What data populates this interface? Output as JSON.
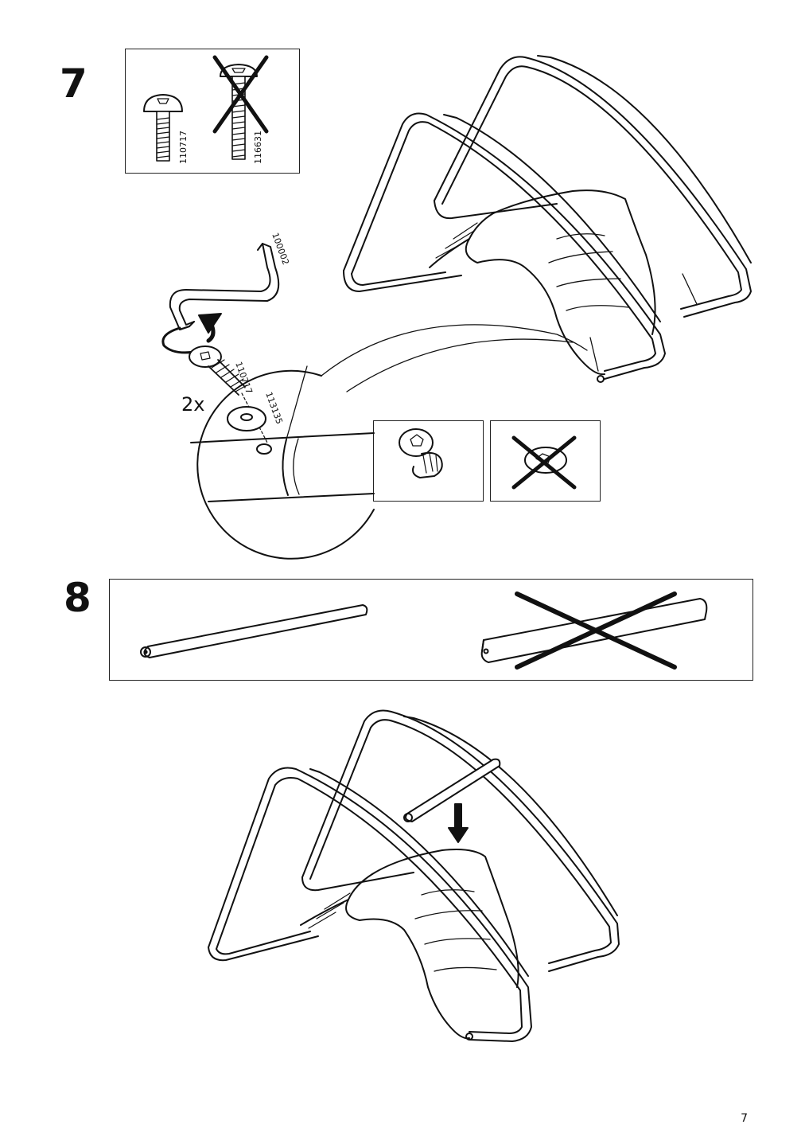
{
  "page": {
    "number": "7"
  },
  "step7": {
    "number": "7",
    "parts_box": {
      "correct_part": "110717",
      "wrong_part": "116631"
    },
    "tool_label": "100002",
    "bolt_label": "110717",
    "washer_label": "113135",
    "quantity": "2x"
  },
  "step8": {
    "number": "8"
  },
  "icons": {
    "allen_key": "allen-key-icon",
    "rotate_arrow": "rotate-arrow-icon",
    "cross": "cross-out-icon",
    "down_arrow": "down-arrow-icon"
  }
}
